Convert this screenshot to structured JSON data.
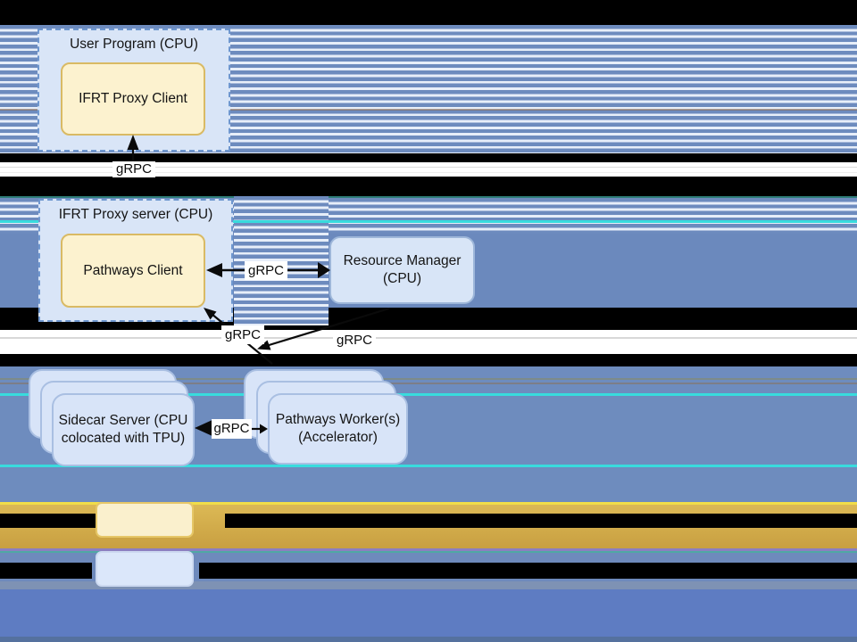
{
  "diagram": {
    "nodes": {
      "user_program": {
        "title": "User Program (CPU)"
      },
      "ifrt_proxy_client": {
        "label": "IFRT Proxy Client"
      },
      "ifrt_proxy_server": {
        "title": "IFRT Proxy server (CPU)"
      },
      "pathways_client": {
        "label": "Pathways Client"
      },
      "resource_manager": {
        "line1": "Resource Manager",
        "line2": "(CPU)"
      },
      "sidecar_server": {
        "line1": "Sidecar Server (CPU",
        "line2": "colocated with TPU)"
      },
      "pathways_worker": {
        "line1": "Pathways Worker(s)",
        "line2": "(Accelerator)"
      }
    },
    "edges": {
      "client_to_proxy_server": {
        "label": "gRPC"
      },
      "pathways_client_to_resource_manager": {
        "label": "gRPC"
      },
      "worker_to_pathways_client": {
        "label": "gRPC"
      },
      "resource_manager_to_worker": {
        "label": "gRPC"
      },
      "sidecar_to_worker": {
        "label": "gRPC"
      }
    },
    "legend": {
      "swatches": [
        {
          "name": "cream-swatch"
        },
        {
          "name": "light-blue-swatch"
        }
      ]
    },
    "colors": {
      "stripe_blue": "#6d8bbe",
      "stripe_light": "#e7eef9",
      "panel_blue": "#6b89bd",
      "lower_panel_blue": "#6e8cbe",
      "bottom_blue": "#5e7cc2",
      "gold_band": "#cfa847",
      "glitch_cyan": "#38dbdd",
      "node_fill_blue": "#d8e4f8",
      "node_fill_cream": "#fcf2cf",
      "node_border_gold": "#d9ba64",
      "dashed_border_blue": "#6f97cf",
      "arrow_black": "#0a0a0a"
    }
  }
}
